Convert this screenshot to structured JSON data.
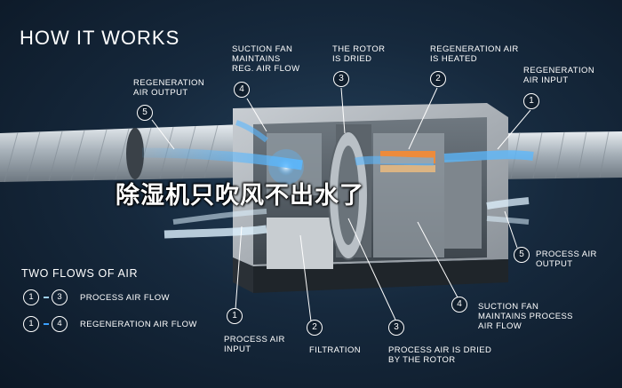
{
  "title": "HOW IT WORKS",
  "overlay_text": "除湿机只吹风不出水了",
  "top_labels": [
    {
      "num": "5",
      "text": "REGENERATION\nAIR OUTPUT"
    },
    {
      "num": "4",
      "text": "SUCTION FAN\nMAINTAINS\nREG. AIR FLOW"
    },
    {
      "num": "3",
      "text": "THE ROTOR\nIS DRIED"
    },
    {
      "num": "2",
      "text": "REGENERATION AIR\nIS HEATED"
    },
    {
      "num": "1",
      "text": "REGENERATION\nAIR INPUT"
    }
  ],
  "bottom_labels": [
    {
      "num": "1",
      "text": "PROCESS AIR\nINPUT"
    },
    {
      "num": "2",
      "text": "FILTRATION"
    },
    {
      "num": "3",
      "text": "PROCESS AIR IS DRIED\nBY THE ROTOR"
    },
    {
      "num": "4",
      "text": "SUCTION FAN\nMAINTAINS PROCESS\nAIR FLOW"
    },
    {
      "num": "5",
      "text": "PROCESS AIR\nOUTPUT"
    }
  ],
  "legend": {
    "title": "TWO FLOWS OF AIR",
    "rows": [
      {
        "from": "1",
        "to": "3",
        "label": "PROCESS AIR FLOW",
        "color": "#9fd0f0"
      },
      {
        "from": "1",
        "to": "4",
        "label": "REGENERATION AIR FLOW",
        "color": "#3aa0ff"
      }
    ]
  },
  "colors": {
    "process_air": "#dff2ff",
    "regeneration_air": "#5ab8ff",
    "heater": "#ff8a2a"
  }
}
